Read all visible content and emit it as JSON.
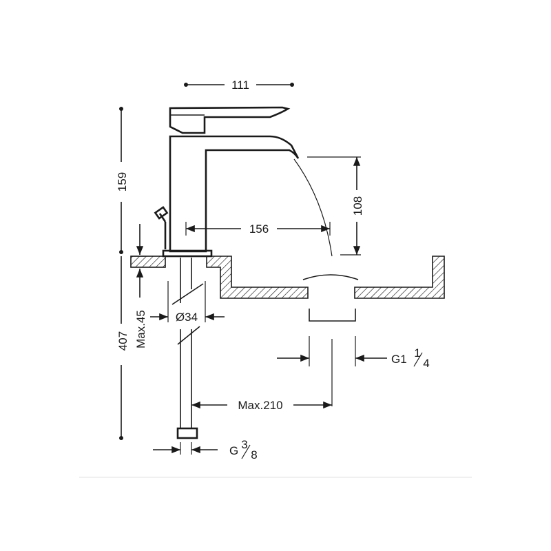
{
  "dimensions": {
    "width_top": "111",
    "height_upper": "159",
    "reach": "156",
    "spout_height": "108",
    "total_height": "407",
    "max_thickness": "Max.45",
    "hole_diameter": "Ø34",
    "waste_thread": "G1",
    "waste_fraction_num": "1",
    "waste_fraction_den": "4",
    "max_hose": "Max.210",
    "supply_thread": "G",
    "supply_fraction_num": "3",
    "supply_fraction_den": "8"
  },
  "colors": {
    "ink": "#1a1a1a",
    "background": "#ffffff",
    "divider": "#e6e6e6"
  }
}
